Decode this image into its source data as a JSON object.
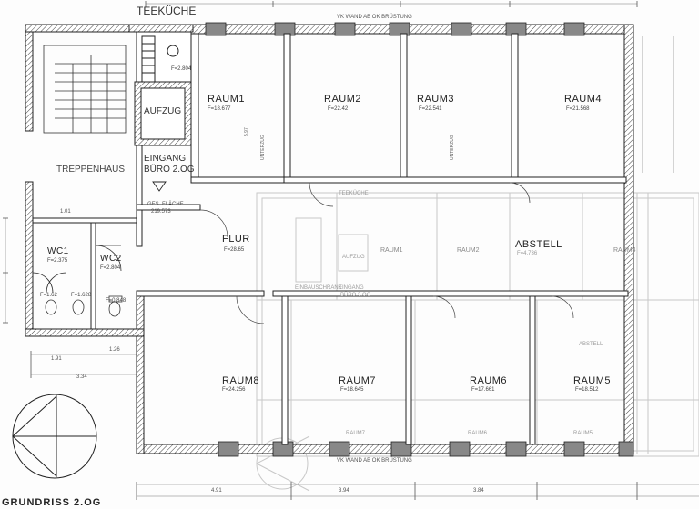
{
  "rooms": {
    "teekuche": "TEEKÜCHE",
    "raum1": {
      "name": "RAUM1",
      "area": "F=18.677"
    },
    "raum2": {
      "name": "RAUM2",
      "area": "F=22.42"
    },
    "raum3": {
      "name": "RAUM3",
      "area": "F=22.541"
    },
    "raum4": {
      "name": "RAUM4",
      "area": "F=21.568"
    },
    "aufzug": "AUFZUG",
    "eingang": {
      "line1": "EINGANG",
      "line2": "BÜRO 2.OG"
    },
    "ges_flaeche": {
      "label": "GES. FLÄCHE",
      "value": "219.573"
    },
    "treppenhaus": "TREPPENHAUS",
    "wc1": {
      "name": "WC1",
      "area": "F=2.375"
    },
    "wc2": {
      "name": "WC2",
      "area": "F=2.804"
    },
    "wc_small": {
      "a": "F=1.62",
      "b": "F=1.628",
      "c": "F=0.848"
    },
    "teekuche_area": "F=2.804",
    "flur": {
      "name": "FLUR",
      "area": "F=28.65"
    },
    "abstell": {
      "name": "ABSTELL",
      "area": "F=4.736"
    },
    "raum8": {
      "name": "RAUM8",
      "area": "F=24.256"
    },
    "raum7": {
      "name": "RAUM7",
      "area": "F=18.645"
    },
    "raum6": {
      "name": "RAUM6",
      "area": "F=17.661"
    },
    "raum5": {
      "name": "RAUM5",
      "area": "F=18.512"
    }
  },
  "notes": {
    "top_wall": "VK WAND AB OK BRÜSTUNG",
    "bottom_wall": "VK WAND AB OK BRÜSTUNG",
    "unterzug": "UNTERZUG"
  },
  "ghost_labels": {
    "teekuche": "TEEKÜCHE",
    "raum1": "RAUM1",
    "raum2": "RAUM2",
    "raum4": "RAUM4",
    "aufzug": "AUFZUG",
    "eingang": "EINGANG",
    "buero": "BÜRO 3.OG",
    "einbauschrank": "EINBAUSCHRANK",
    "abstell": "ABSTELL",
    "raum7": "RAUM7",
    "raum6": "RAUM6",
    "raum5": "RAUM5"
  },
  "dimensions": {
    "d1": "3.34",
    "d2": "4.91",
    "d3": "3.94",
    "d4": "3.84",
    "d5": "1.01",
    "d6": "1.26",
    "d7": "5.97",
    "d8": "1.91"
  },
  "footer": "GRUNDRISS 2.OG"
}
